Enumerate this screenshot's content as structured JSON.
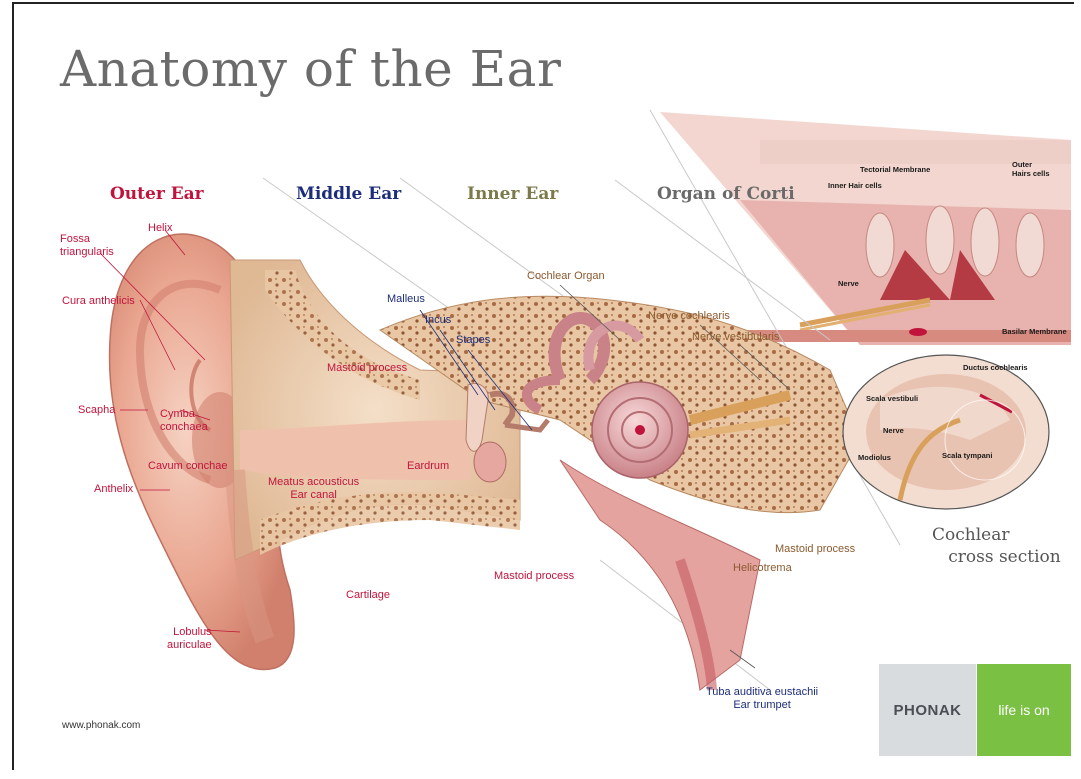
{
  "title": "Anatomy of the Ear",
  "sections": {
    "outer": "Outer Ear",
    "middle": "Middle Ear",
    "inner": "Inner Ear",
    "corti": "Organ of Corti"
  },
  "section_colors": {
    "outer": "#c0143c",
    "middle": "#1d2d7a",
    "inner": "#7c7a4a",
    "corti": "#6a6a6a"
  },
  "outer_labels": {
    "fossa": "Fossa\ntriangularis",
    "helix": "Helix",
    "cura": "Cura anthelicis",
    "scapha": "Scapha",
    "cymba": "Cymba\nconchaea",
    "cavum": "Cavum conchae",
    "anthelix": "Anthelix",
    "lobulus": "Lobulus\nauriculae"
  },
  "canal_labels": {
    "meatus": "Meatus acousticus\nEar canal",
    "cartilage": "Cartilage",
    "mastoid_upper": "Mastoid process",
    "eardrum": "Eardrum",
    "mastoid_lower": "Mastoid process"
  },
  "middle_labels": {
    "malleus": "Malleus",
    "incus": "Incus",
    "stapes": "Stapes"
  },
  "inner_labels": {
    "cochlear_organ": "Cochlear Organ",
    "nerve_cochlearis": "Nerve cochlearis",
    "nerve_vestibularis": "Nerve vestibularis",
    "mastoid_right": "Mastoid process",
    "helicotrema": "Helicotrema",
    "tuba": "Tuba auditiva eustachii\nEar trumpet"
  },
  "corti_labels": {
    "tectorial": "Tectorial Membrane",
    "inner_hair": "Inner Hair cells",
    "outer_hair": "Outer\nHairs cells",
    "nerve": "Nerve",
    "basilar": "Basilar Membrane"
  },
  "cross_labels": {
    "ductus": "Ductus cochlearis",
    "scala_vestibuli": "Scala vestibuli",
    "nerve": "Nerve",
    "modiolus": "Modiolus",
    "scala_tympani": "Scala tympani"
  },
  "cross_section_caption": "Cochlear\n   cross section",
  "website": "www.phonak.com",
  "brand": {
    "name": "PHONAK",
    "tagline": "life is on",
    "green": "#7ac143",
    "gray": "#d9dcdf"
  }
}
